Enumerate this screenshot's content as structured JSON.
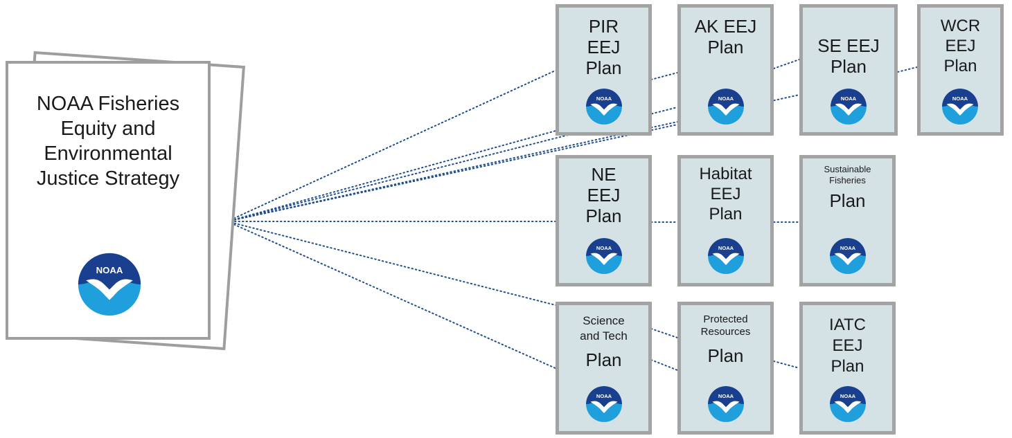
{
  "strategy": {
    "title": "NOAA Fisheries\nEquity and\nEnvironmental\nJustice Strategy",
    "logo_icon": "noaa-logo-icon"
  },
  "logo_wordmark": "NOAA",
  "plans": [
    {
      "id": "pir",
      "label": "PIR\nEEJ\nPlan"
    },
    {
      "id": "ak",
      "label": "AK EEJ\nPlan"
    },
    {
      "id": "se",
      "label": "SE EEJ\nPlan"
    },
    {
      "id": "wcr",
      "label": "WCR\nEEJ\nPlan"
    },
    {
      "id": "ne",
      "label": "NE\nEEJ\nPlan"
    },
    {
      "id": "habitat",
      "label": "Habitat\nEEJ\nPlan"
    },
    {
      "id": "sustainable",
      "small_label": "Sustainable\nFisheries",
      "label": "Plan"
    },
    {
      "id": "science",
      "small_label": "Science\nand Tech",
      "label": "Plan"
    },
    {
      "id": "protected",
      "small_label": "Protected\nResources",
      "label": "Plan"
    },
    {
      "id": "iatc",
      "label": "IATC\nEEJ\nPlan"
    }
  ],
  "colors": {
    "box_fill": "#d5e2e5",
    "box_border": "#a3a3a3",
    "connector": "#1f4e8c",
    "logo_top": "#1b3f8f",
    "logo_bottom": "#1fa0dc"
  }
}
